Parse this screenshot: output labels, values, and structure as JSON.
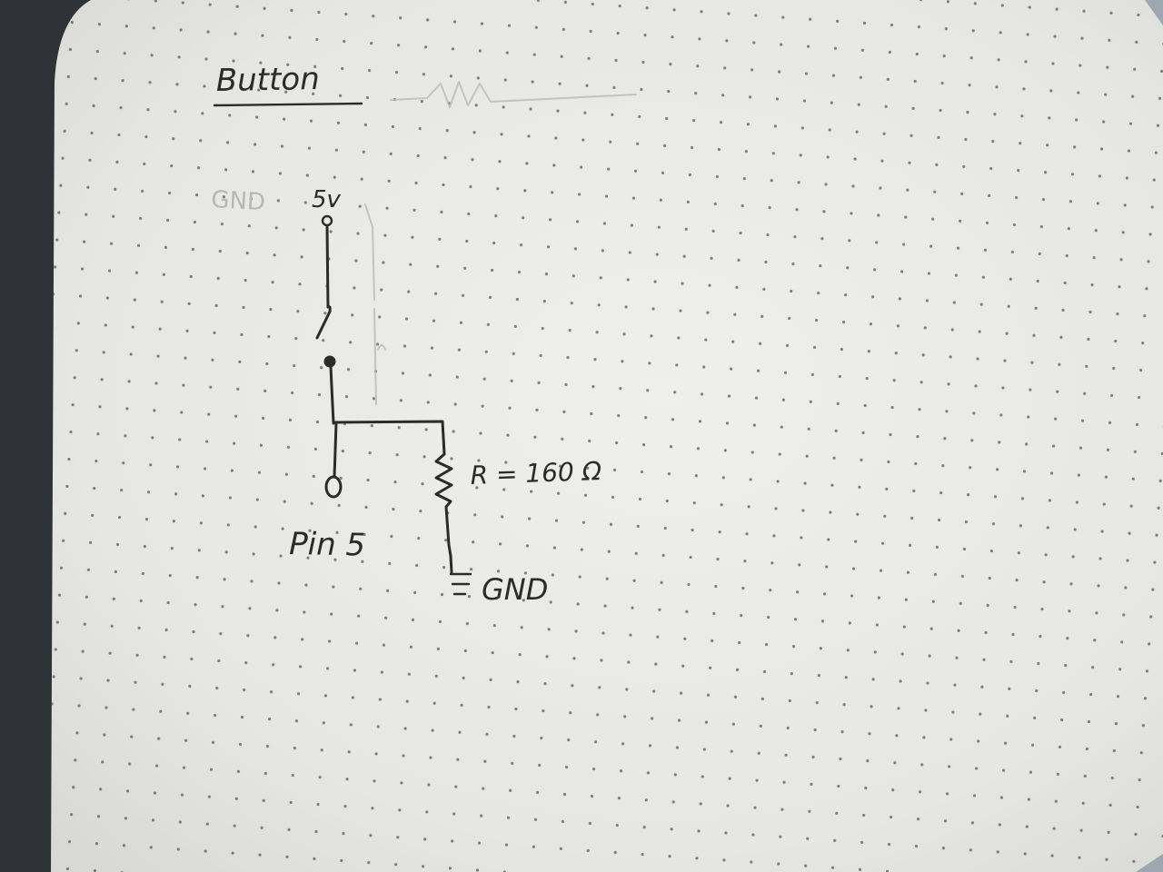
{
  "title": "Button",
  "ghost_label": "GND",
  "labels": {
    "supply": "5v",
    "pin": "Pin 5",
    "resistor": "R = 160 Ω",
    "ground": "GND"
  },
  "colors": {
    "paper": "#ececea",
    "ink": "#2b2b2b",
    "notebook_cover": "#2f3237",
    "background": "#9ea7b0"
  },
  "icons": [
    "ground-symbol-icon",
    "resistor-zigzag-icon",
    "switch-terminal-icon"
  ]
}
